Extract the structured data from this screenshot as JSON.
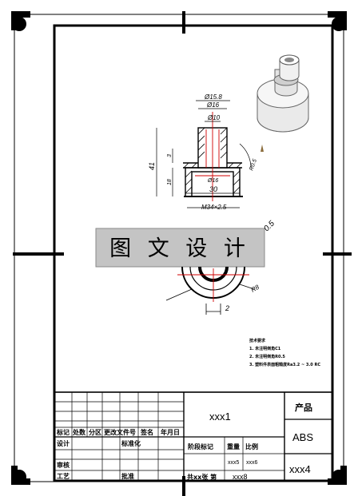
{
  "drawing": {
    "dimensions": {
      "d_top": "Ø15.8",
      "d_mid": "Ø16",
      "d_inner": "Ø10",
      "d_hole": "Ø16",
      "d_base": "30",
      "thread": "M34×2.5",
      "h_total": "41",
      "h_step": "3",
      "h_base": "18",
      "radius": "R0.5",
      "radius_bottom": "R8",
      "width_small": "2",
      "angle": "0.5"
    },
    "notes": {
      "heading": "技术要求",
      "line1": "1. 未注明倒角C1",
      "line2": "2. 未注明倒角R0.5",
      "line3": "3. 塑料件表面粗糙度Ra3.2 ~ 3.0 RC"
    },
    "watermark": "图 文 设 计"
  },
  "title_block": {
    "part_name": "xxx1",
    "product_label": "产品",
    "material": "ABS",
    "drawing_no": "xxx4",
    "scale_value": "xxx6",
    "weight_value": "xxx5",
    "sheets_text": "共xx张 第",
    "sheet_no": "xxx8",
    "labels": {
      "mark": "标记",
      "count": "处数",
      "zone": "分区",
      "change_doc": "更改文件号",
      "sign": "签名",
      "date": "年月日",
      "design": "设计",
      "standardize": "标准化",
      "stage_mark": "阶段标记",
      "weight": "重量",
      "scale": "比例",
      "review": "审核",
      "process": "工艺",
      "approve": "批准"
    }
  }
}
